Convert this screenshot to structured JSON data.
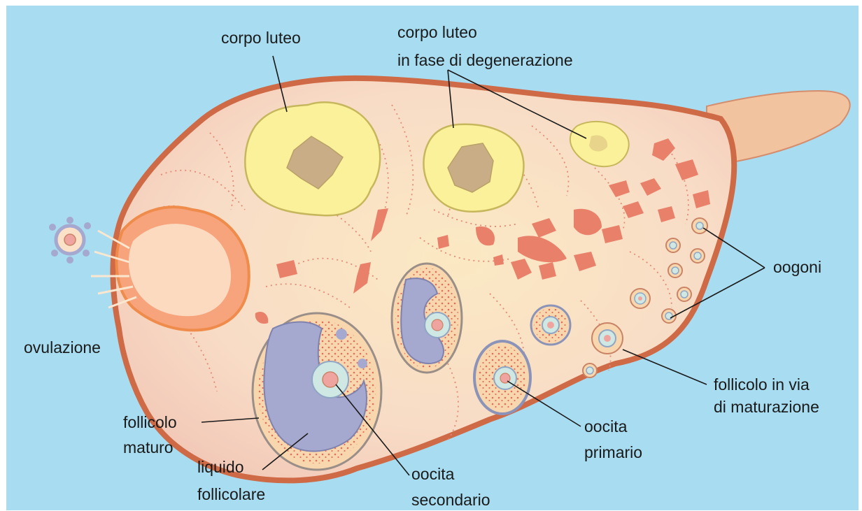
{
  "labels": {
    "corpo_luteo": "corpo luteo",
    "degenerazione_line1": "corpo luteo",
    "degenerazione_line2": "in fase di degenerazione",
    "oogoni": "oogoni",
    "ovulazione": "ovulazione",
    "follicolo_maturo_line1": "follicolo",
    "follicolo_maturo_line2": "maturo",
    "liquido_line1": "liquido",
    "liquido_line2": "follicolare",
    "oocita_sec_line1": "oocita",
    "oocita_sec_line2": "secondario",
    "oocita_prim_line1": "oocita",
    "oocita_prim_line2": "primario",
    "follicolo_via_line1": "follicolo in via",
    "follicolo_via_line2": "di maturazione"
  },
  "colors": {
    "background": "#a8dcf0",
    "ovary_fill": "#f6d8c2",
    "ovary_outline": "#d1714d",
    "corpus_luteum": "#fbf19a",
    "corpus_center": "#c9ad86",
    "follicle_fluid": "#a5a8cf",
    "vessel_spots": "#e9806a"
  }
}
